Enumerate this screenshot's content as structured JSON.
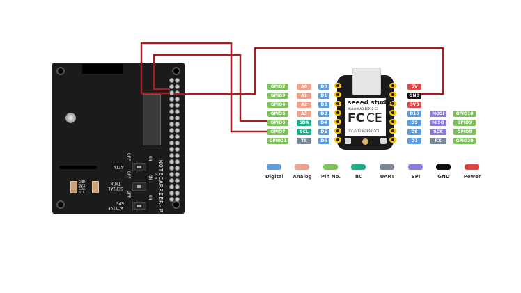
{
  "colors": {
    "digital": "#5b9de0",
    "analog": "#f0a18c",
    "pin_no": "#7dc15a",
    "iic": "#1fae8a",
    "uart": "#7a8799",
    "spi": "#8a7be0",
    "gnd": "#111111",
    "power": "#e04848",
    "wire": "#a31f24"
  },
  "carrier": {
    "name": "NOTECARRIER-PI",
    "version": "2.0",
    "qwiic_labels": [
      "GND",
      "3V3",
      "SDA",
      "SCL"
    ],
    "switches": [
      {
        "name": "ATTN",
        "off": "OFF",
        "on": "ON"
      },
      {
        "name": "SERIAL",
        "sub": "TXRX",
        "off": "OFF",
        "on": "ON"
      },
      {
        "name": "ACTIVE",
        "sub": "GPS",
        "off": "OFF",
        "on": "ON"
      }
    ]
  },
  "xiao": {
    "brand": "seeed studio",
    "model": "Model:XIAO-ESP32-C3",
    "fc": "FC",
    "ce": "CE",
    "fcc": "FCC:Z4T-XIAOESP32C3"
  },
  "left_pins": [
    {
      "gpio": "GPIO2",
      "func": "A0",
      "func_type": "analog",
      "d": "D0"
    },
    {
      "gpio": "GPIO3",
      "func": "A1",
      "func_type": "analog",
      "d": "D1"
    },
    {
      "gpio": "GPIO4",
      "func": "A2",
      "func_type": "analog",
      "d": "D2"
    },
    {
      "gpio": "GPIO5",
      "func": "A3",
      "func_type": "analog",
      "d": "D3"
    },
    {
      "gpio": "GPIO6",
      "func": "SDA",
      "func_type": "iic",
      "d": "D4"
    },
    {
      "gpio": "GPIO7",
      "func": "SCL",
      "func_type": "iic",
      "d": "D5"
    },
    {
      "gpio": "GPIO21",
      "func": "TX",
      "func_type": "uart",
      "d": "D6"
    }
  ],
  "right_pins": [
    {
      "main": "5V",
      "main_type": "power"
    },
    {
      "main": "GND",
      "main_type": "gnd"
    },
    {
      "main": "3V3",
      "main_type": "power"
    },
    {
      "main": "D10",
      "main_type": "digital",
      "func": "MOSI",
      "func_type": "spi",
      "gpio": "GPIO10"
    },
    {
      "main": "D9",
      "main_type": "digital",
      "func": "MISO",
      "func_type": "spi",
      "gpio": "GPIO9"
    },
    {
      "main": "D8",
      "main_type": "digital",
      "func": "SCK",
      "func_type": "spi",
      "gpio": "GPIO8"
    },
    {
      "main": "D7",
      "main_type": "digital",
      "func": "RX",
      "func_type": "uart",
      "gpio": "GPIO20"
    }
  ],
  "legend": [
    {
      "label": "Digital",
      "type": "digital"
    },
    {
      "label": "Analog",
      "type": "analog"
    },
    {
      "label": "Pin No.",
      "type": "pin_no"
    },
    {
      "label": "IIC",
      "type": "iic"
    },
    {
      "label": "UART",
      "type": "uart"
    },
    {
      "label": "SPI",
      "type": "spi"
    },
    {
      "label": "GND",
      "type": "gnd"
    },
    {
      "label": "Power",
      "type": "power"
    }
  ],
  "connections": [
    {
      "from": "Notecarrier header pin (SDA)",
      "to": "GPIO6 / SDA"
    },
    {
      "from": "Notecarrier header pin (SCL)",
      "to": "GPIO7 / SCL"
    },
    {
      "from": "Notecarrier header pin (GND)",
      "to": "GND"
    }
  ]
}
